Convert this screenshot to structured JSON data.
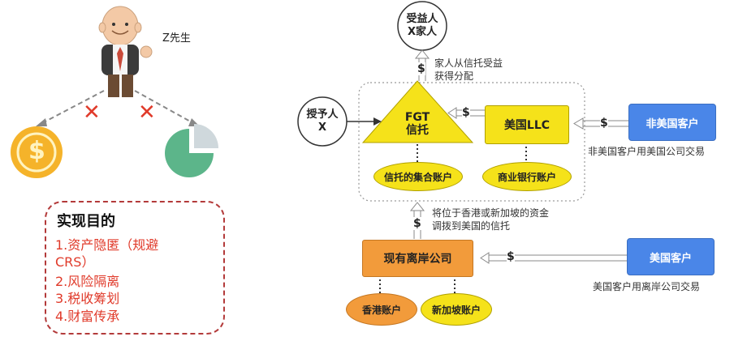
{
  "left": {
    "person_label": "Z先生",
    "goal_title": "实现目的",
    "goals": [
      "1.资产隐匿（规避",
      "CRS）",
      "2.风险隔离",
      "3.税收筹划",
      "4.财富传承"
    ],
    "coin_symbol": "$",
    "cross_symbol": "✕"
  },
  "diagram": {
    "beneficiary": [
      "受益人",
      "X家人"
    ],
    "distribution_caption": [
      "家人从信托受益",
      "获得分配"
    ],
    "grantor": [
      "授予人",
      "X"
    ],
    "fgt": [
      "FGT",
      "信托"
    ],
    "llc": "美国LLC",
    "trust_account": "信托的集合账户",
    "bank_account": "商业银行账户",
    "non_us_client": "非美国客户",
    "non_us_caption": "非美国客户用美国公司交易",
    "transfer_caption": [
      "将位于香港或新加坡的资金",
      "调拨到美国的信托"
    ],
    "offshore_company": "现有离岸公司",
    "us_client": "美国客户",
    "us_caption": "美国客户用离岸公司交易",
    "hk_account": "香港账户",
    "sg_account": "新加坡账户",
    "dollar": "$"
  },
  "colors": {
    "orange": "#f29b3b",
    "yellow": "#f5e21a",
    "blue": "#4a86e8",
    "red": "#e03a2a",
    "coin_gold": "#f5b32a",
    "pie_green": "#5cb58a"
  }
}
